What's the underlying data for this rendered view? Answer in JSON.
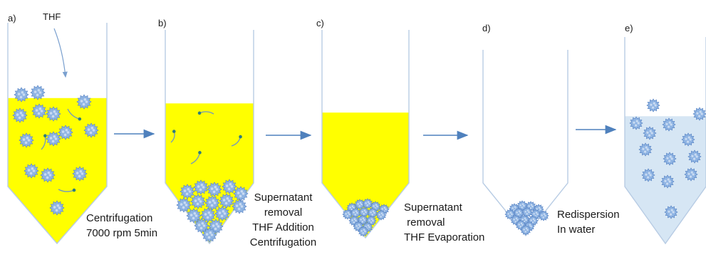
{
  "colors": {
    "solution": "#ffff00",
    "water": "#d6e6f4",
    "tube_outline": "#b8cce4",
    "particle": "#8fb4e3",
    "particle_stroke": "#5b86c5",
    "arrow": "#4f81bd",
    "polymer_strand": "#6f95c4",
    "polymer_head": "#2e7d7d"
  },
  "tube_fill_levels": [
    0.54,
    0.52,
    0.46,
    0.0,
    0.47
  ],
  "steps": [
    {
      "letter": "a)",
      "fill": "yellow"
    },
    {
      "letter": "b)",
      "fill": "yellow"
    },
    {
      "letter": "c)",
      "fill": "yellow"
    },
    {
      "letter": "d)",
      "fill": "none"
    },
    {
      "letter": "e)",
      "fill": "water"
    }
  ],
  "solvent_label": "THF",
  "notes": {
    "n1": [
      "Centrifugation",
      "7000 rpm 5min"
    ],
    "n2": [
      "Supernatant",
      "removal",
      "THF Addition",
      "Centrifugation"
    ],
    "n3": [
      "Supernatant",
      " removal",
      "THF Evaporation"
    ],
    "n4": [
      "Redispersion",
      "In water"
    ]
  },
  "icons": [
    "arrow-right-icon",
    "nanoparticle-icon",
    "polymer-chain-icon",
    "pipette-arrow-icon"
  ]
}
